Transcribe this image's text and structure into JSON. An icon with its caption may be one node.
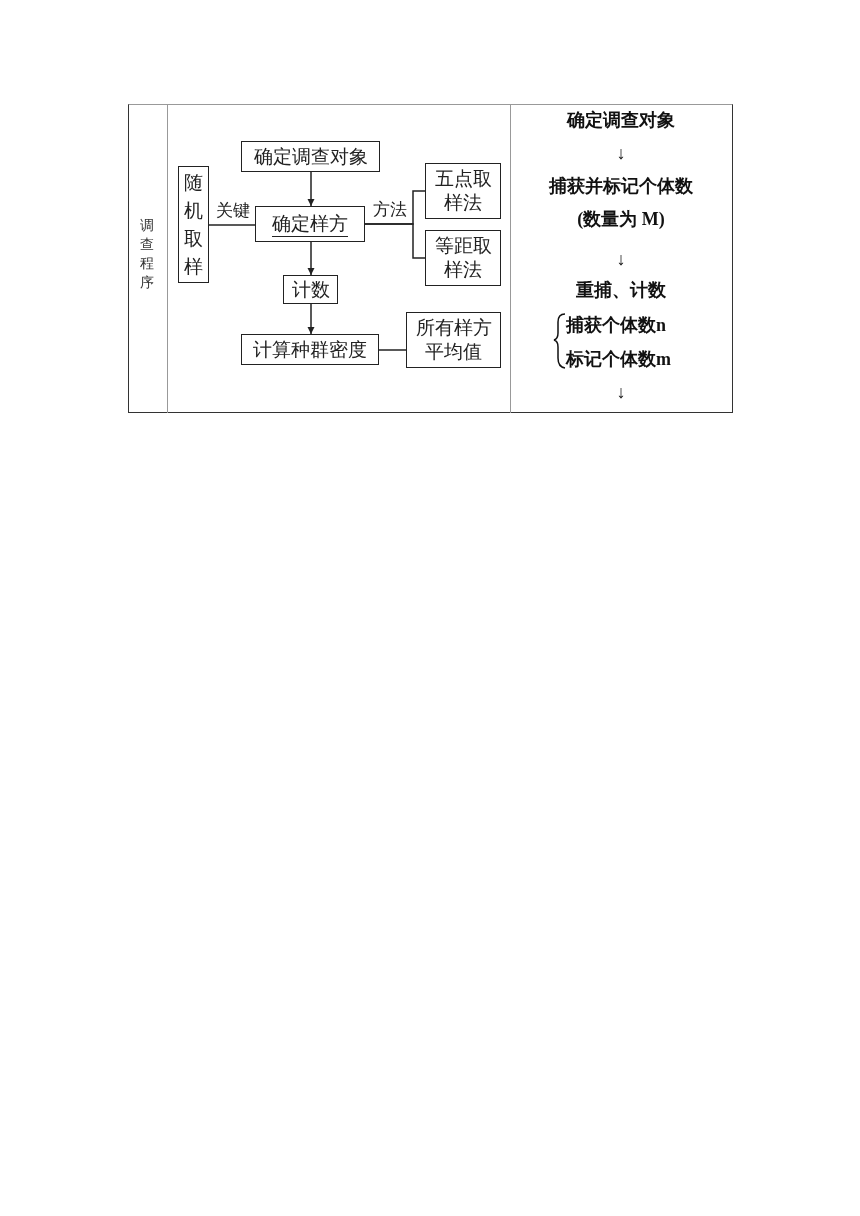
{
  "diagram": {
    "nodes": [
      {
        "text": [
          "确定调查对象"
        ]
      },
      {
        "text": [
          "随机取样"
        ]
      },
      {
        "text": [
          "确定样方"
        ]
      },
      {
        "text": [
          "五点取样法"
        ]
      },
      {
        "text": [
          "等距取样法"
        ]
      },
      {
        "text": [
          "计数"
        ]
      },
      {
        "text": [
          "计算种群密度"
        ]
      },
      {
        "text": [
          "所有样方平均值"
        ]
      }
    ],
    "edges": [
      {
        "from": 0,
        "to": 2,
        "arrow": "to"
      },
      {
        "from": 1,
        "to": 2,
        "arrow": "none",
        "label": "关键"
      },
      {
        "from": 2,
        "to": 3,
        "arrow": "none",
        "label": "方法"
      },
      {
        "from": 2,
        "to": 4,
        "arrow": "none"
      },
      {
        "from": 2,
        "to": 5,
        "arrow": "to"
      },
      {
        "from": 5,
        "to": 6,
        "arrow": "to"
      },
      {
        "from": 6,
        "to": 7,
        "arrow": "none"
      }
    ],
    "labels": [
      "调查程序",
      "确定调查对象",
      "↓",
      "捕获并标记个体数",
      "(数量为 M)",
      "↓",
      "重捕、计数",
      "捕获个体数n",
      "标记个体数m",
      "↓"
    ]
  }
}
